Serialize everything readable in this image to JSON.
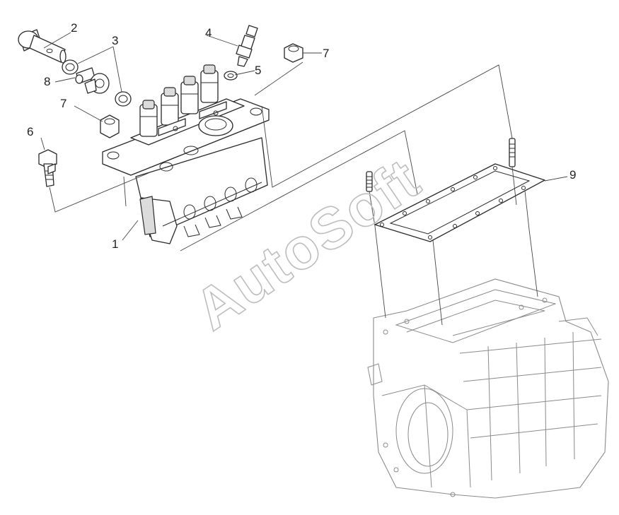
{
  "watermark": "AutoSoft",
  "callouts": [
    {
      "id": "1",
      "label": "1"
    },
    {
      "id": "2",
      "label": "2"
    },
    {
      "id": "3",
      "label": "3"
    },
    {
      "id": "4",
      "label": "4"
    },
    {
      "id": "5",
      "label": "5"
    },
    {
      "id": "6",
      "label": "6"
    },
    {
      "id": "7a",
      "label": "7"
    },
    {
      "id": "7b",
      "label": "7"
    },
    {
      "id": "8",
      "label": "8"
    },
    {
      "id": "9",
      "label": "9"
    }
  ]
}
